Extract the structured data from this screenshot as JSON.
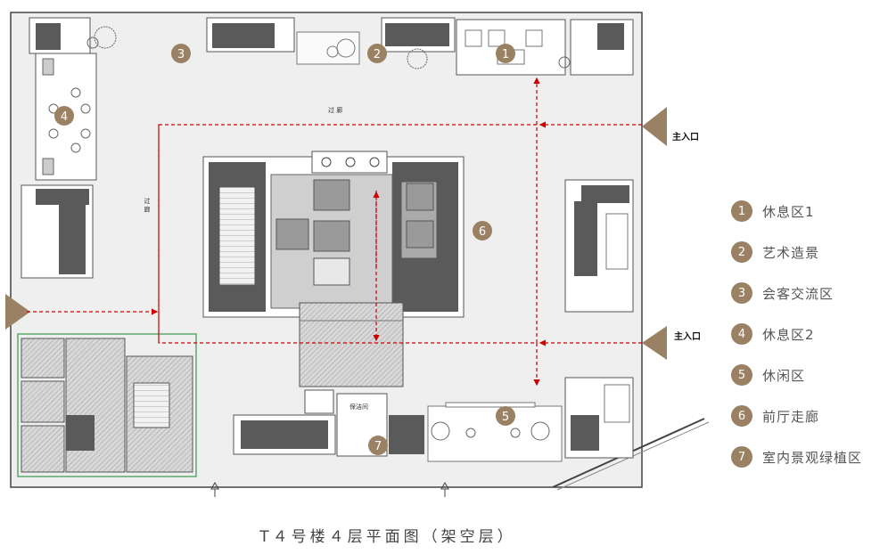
{
  "caption": "T４号楼４层平面图（架空层）",
  "entrances": {
    "main_top": "主入口",
    "main_bottom": "主入口"
  },
  "room_labels": {
    "corridor_top": "过 廊",
    "corridor_left": "过 廊",
    "water_room": "保洁间"
  },
  "markers": [
    {
      "num": "1"
    },
    {
      "num": "2"
    },
    {
      "num": "3"
    },
    {
      "num": "4"
    },
    {
      "num": "5"
    },
    {
      "num": "6"
    },
    {
      "num": "7"
    }
  ],
  "legend": [
    {
      "num": "1",
      "label": "休息区1"
    },
    {
      "num": "2",
      "label": "艺术造景"
    },
    {
      "num": "3",
      "label": "会客交流区"
    },
    {
      "num": "4",
      "label": "休息区2"
    },
    {
      "num": "5",
      "label": "休闲区"
    },
    {
      "num": "6",
      "label": "前厅走廊"
    },
    {
      "num": "7",
      "label": "室内景观绿植区"
    }
  ],
  "colors": {
    "marker": "#9b8164",
    "arrow": "#cc0000",
    "wall_dark": "#5a5a5a",
    "floor": "#efefef",
    "hatch": "#bdbdbd",
    "green_outline": "#5aa86a"
  }
}
